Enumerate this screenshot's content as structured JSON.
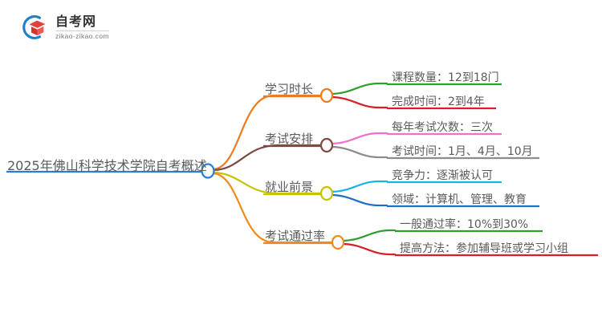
{
  "logo": {
    "cn_name": "自考网",
    "domain": "zikao-zikao.com",
    "mark_icon": "graduation-book-icon",
    "arc_color": "#1d7fd0",
    "book_color": "#e2413b"
  },
  "mindmap": {
    "root": {
      "label": "2025年佛山科学技术学院自考概述",
      "color": "#2b7cd3"
    },
    "branches": [
      {
        "label": "学习时长",
        "color": "#ec7c1e",
        "children": [
          {
            "label": "课程数量：12到18门",
            "color": "#2f9e2f"
          },
          {
            "label": "完成时间：2到4年",
            "color": "#d61f26"
          }
        ]
      },
      {
        "label": "考试安排",
        "color": "#7b4a42",
        "children": [
          {
            "label": "每年考试次数：三次",
            "color": "#ef6fd0"
          },
          {
            "label": "考试时间：1月、4月、10月",
            "color": "#8c8c8c"
          }
        ]
      },
      {
        "label": "就业前景",
        "color": "#c3c406",
        "children": [
          {
            "label": "竞争力：逐渐被认可",
            "color": "#17b4e3"
          },
          {
            "label": "领域：计算机、管理、教育",
            "color": "#1f6fc4"
          }
        ]
      },
      {
        "label": "考试通过率",
        "color": "#f08a1c",
        "children": [
          {
            "label": "一般通过率：10%到30%",
            "color": "#2f9e2f"
          },
          {
            "label": "提高方法：参加辅导班或学习小组",
            "color": "#d61f26"
          }
        ]
      }
    ]
  }
}
